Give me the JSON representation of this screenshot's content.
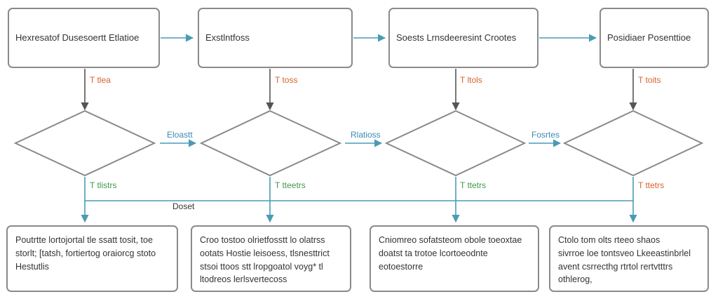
{
  "diagram": {
    "process_boxes": [
      {
        "label": "Hexresatof Dusesoertt Etlatioe"
      },
      {
        "label": "Exstlntfoss"
      },
      {
        "label": "Soests Lrnsdeeresint Crootes"
      },
      {
        "label": "Posidiaer Posenttioe"
      }
    ],
    "down_labels": [
      {
        "text": "T  tlea"
      },
      {
        "text": "T  toss"
      },
      {
        "text": "T  ltols"
      },
      {
        "text": "T  toits"
      }
    ],
    "diamond_exit_labels": [
      {
        "text": "T  tlistrs"
      },
      {
        "text": "T  tteetrs"
      },
      {
        "text": "T  ttetrs"
      },
      {
        "text": "T  ttetrs"
      }
    ],
    "cross_labels": [
      {
        "text": "Eloastt"
      },
      {
        "text": "Rlatioss"
      },
      {
        "text": "Fosrtes"
      }
    ],
    "bus_label": "Doset",
    "notes": [
      {
        "lines": [
          "Poutrtte  lortojortal  tle  ssatt  tosit,  toe",
          "storlt;  [tatsh,  fortiertog  oraiorcg  stoto",
          "Hestutlis"
        ]
      },
      {
        "lines": [
          "Croo  tostoo  olrietfosstt  lo  olatrss",
          "ootats  Hostie  leisoess,  tlsnesttrict",
          "stsoi  ttoos  stt  lropgoatol  voyg*  tl",
          "ltodreos  lerlsvertecoss"
        ]
      },
      {
        "lines": [
          "Cniomreo  sofatsteom  obole  toeoxtae",
          "doatst  ta  trotoe  lcortoeodnte",
          "eotoestorre"
        ]
      },
      {
        "lines": [
          "Ctolo  tom  olts  rteeo  shaos",
          "sivrroe  loe  tontsveo  Lkeeastinbrlel",
          "avent  csrrecthg  rtrtol  rertvtttrs",
          "othlerog,"
        ]
      }
    ],
    "colors": {
      "box_border": "#8a8a8a",
      "arrow_teal": "#4a9bb5",
      "arrow_gray": "#555555",
      "label_orange": "#d9622b",
      "label_green": "#3f9a4c",
      "label_blue": "#3c8ab0",
      "bus_line": "#4a9bb5"
    }
  }
}
